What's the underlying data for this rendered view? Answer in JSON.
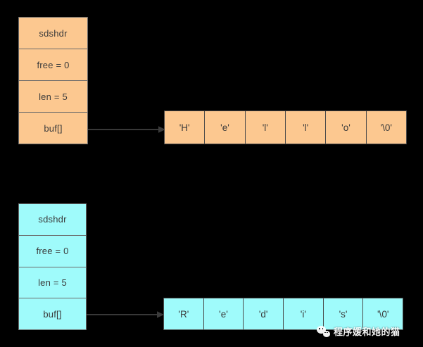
{
  "diagram": {
    "title": "SDS (Simple Dynamic String) structure diagram",
    "background_color": "#000000",
    "text_color": "#3b3b3b",
    "structures": [
      {
        "name": "sds-hello",
        "color": "#fcc890",
        "border_color": "#6b6b6b",
        "fields": [
          {
            "label": "sdshdr"
          },
          {
            "label": "free = 0"
          },
          {
            "label": "len = 5"
          },
          {
            "label": "buf[]"
          }
        ],
        "buffer": {
          "color": "#fcc890",
          "border_color": "#4a4a4a",
          "cells": [
            "'H'",
            "'e'",
            "'l'",
            "'l'",
            "'o'",
            "'\\0'"
          ]
        },
        "connector": {
          "from": "buf[]",
          "to": "buffer",
          "style": "solid-arrow",
          "color": "#4a4a4a"
        }
      },
      {
        "name": "sds-redis",
        "color": "#9ffbfb",
        "border_color": "#6b6b6b",
        "fields": [
          {
            "label": "sdshdr"
          },
          {
            "label": "free = 0"
          },
          {
            "label": "len = 5"
          },
          {
            "label": "buf[]"
          }
        ],
        "buffer": {
          "color": "#9ffbfb",
          "border_color": "#4a4a4a",
          "cells": [
            "'R'",
            "'e'",
            "'d'",
            "'i'",
            "'s'",
            "'\\0'"
          ]
        },
        "connector": {
          "from": "buf[]",
          "to": "buffer",
          "style": "solid-arrow",
          "color": "#4a4a4a"
        }
      }
    ]
  },
  "watermark": {
    "text": "程序媛和她的猫",
    "logo": "wechat-icon",
    "color": "#ffffff"
  }
}
